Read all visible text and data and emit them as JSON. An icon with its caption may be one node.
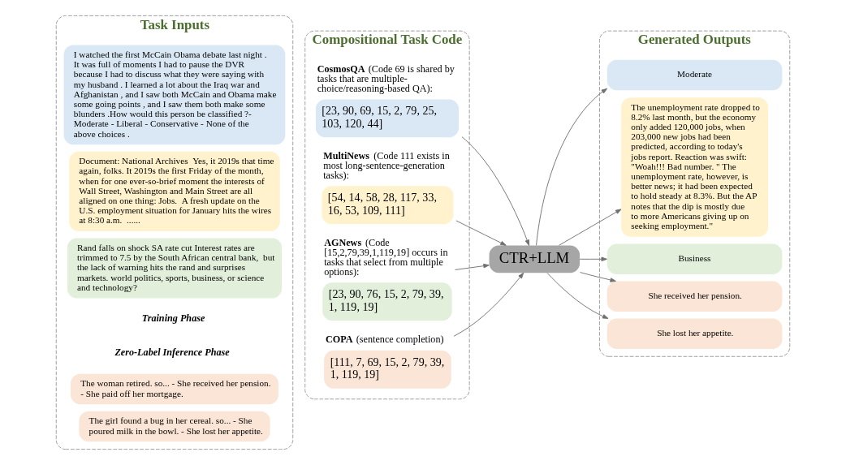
{
  "diagram": {
    "nodes": [
      {
        "text": [
          "Task Inputs"
        ]
      },
      {
        "text": [
          "I watched the first McCain Obama debate last night . It was full of moments I had to pause the DVR because I had to discuss what they were saying with my husband . I learned a lot about the Iraq war and Afghanistan , and I saw both McCain and Obama make some going points , and I saw them both make some blunders .How would this person be classified ?- Moderate - Liberal - Conservative - None of the above choices ."
        ],
        "in": 0
      },
      {
        "text": [
          "Document: National Archives  Yes, it 2019s that time again, folks. It 2019s the first Friday of the month, when for one ever-so-brief moment the interests of Wall Street, Washington and Main Street are all aligned on one thing: Jobs.  A fresh update on the U.S. employment situation for January hits the wires at 8:30 a.m.  ......"
        ],
        "in": 0
      },
      {
        "text": [
          "Rand falls on shock SA rate cut Interest rates are trimmed to 7.5 by the South African central bank,  but the lack of warning hits the rand and surprises markets. world politics, sports, business, or science and technology?"
        ],
        "in": 0
      },
      {
        "text": [
          "The woman retired. so... - She received her pension. - She paid off her mortgage."
        ],
        "in": 0
      },
      {
        "text": [
          "The girl found a bug in her cereal. so... - She poured milk in the bowl. - She lost her appetite."
        ],
        "in": 0
      },
      {
        "text": [
          "Compositional Task Code"
        ]
      },
      {
        "text": [
          "[23, 90, 69, 15, 2, 79, 25, 103, 120, 44]"
        ],
        "beside": [
          "**CosmosQA** (Code 69 is shared by tasks that are multiple-choice/reasoning-based QA):"
        ],
        "in": 6
      },
      {
        "text": [
          "[54, 14, 58, 28, 117, 33, 16, 53, 109, 111]"
        ],
        "beside": [
          "**MultiNews** (Code 111 exists in most long-sentence-generation tasks):"
        ],
        "in": 6
      },
      {
        "text": [
          "[23, 90, 76, 15, 2, 79, 39, 1, 119, 19]"
        ],
        "beside": [
          "**AGNews** (Code [15,2,79,39,1,119,19] occurs in tasks that select from multiple options):"
        ],
        "in": 6
      },
      {
        "text": [
          "[111, 7, 69, 15, 2, 79, 39, 1, 119, 19]"
        ],
        "beside": [
          "**COPA** (sentence completion)"
        ],
        "in": 6
      },
      {
        "text": [
          "CTR+LLM"
        ]
      },
      {
        "text": [
          "Generated Outputs"
        ]
      },
      {
        "text": [
          "Moderate"
        ],
        "in": 12
      },
      {
        "text": [
          "The unemployment rate dropped to 8.2% last month, but the economy only added 120,000 jobs, when 203,000 new jobs had been predicted, according to today's jobs report. Reaction was swift: \"Woah!!! Bad number. \" The unemployment rate, however, is better news; it had been expected to hold steady at 8.3%. But the AP notes that the dip is mostly due to more Americans giving up on seeking employment.\""
        ],
        "in": 12
      },
      {
        "text": [
          "Business"
        ],
        "in": 12
      },
      {
        "text": [
          "She received her pension."
        ],
        "in": 12
      },
      {
        "text": [
          "She lost her appetite."
        ],
        "in": 12
      }
    ],
    "edges": [
      {
        "from": 7,
        "to": 11,
        "arrow": "to"
      },
      {
        "from": 8,
        "to": 11,
        "arrow": "to"
      },
      {
        "from": 9,
        "to": 11,
        "arrow": "to"
      },
      {
        "from": 10,
        "to": 11,
        "arrow": "to"
      },
      {
        "from": 11,
        "to": 13,
        "arrow": "to"
      },
      {
        "from": 11,
        "to": 14,
        "arrow": "to"
      },
      {
        "from": 11,
        "to": 15,
        "arrow": "to"
      },
      {
        "from": 11,
        "to": 16,
        "arrow": "to"
      },
      {
        "from": 11,
        "to": 17,
        "arrow": "to"
      }
    ],
    "labels": [
      "Training Phase",
      "Zero-Label Inference Phase"
    ]
  }
}
